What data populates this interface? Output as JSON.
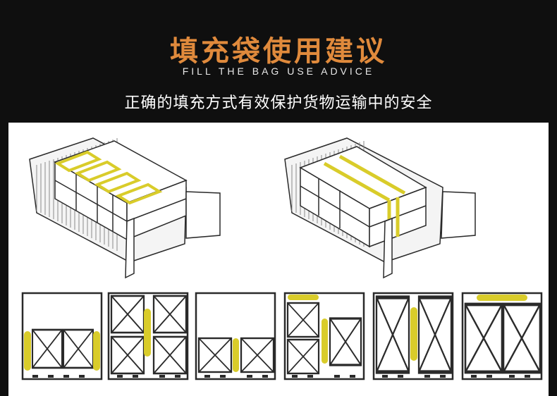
{
  "header": {
    "title": "填充袋使用建议",
    "subtitle_en": "FILL THE BAG USE ADVICE",
    "tagline": "正确的填充方式有效保护货物运输中的安全"
  },
  "colors": {
    "background": "#0f0f0f",
    "title_accent": "#e08a3c",
    "airbag_fill": "#d9cc2a",
    "line": "#2a2a2a"
  },
  "illustrations": {
    "containers": [
      {
        "name": "container-top-airbags",
        "airbag_position": "top"
      },
      {
        "name": "container-gap-airbags",
        "airbag_position": "between-rows"
      }
    ],
    "diagrams": [
      {
        "name": "diagram-1",
        "layout": "single-row",
        "airbags": "sides"
      },
      {
        "name": "diagram-2",
        "layout": "double-stack",
        "airbags": "center-vertical"
      },
      {
        "name": "diagram-3",
        "layout": "single-row-low",
        "airbags": "center"
      },
      {
        "name": "diagram-4",
        "layout": "mixed-stack",
        "airbags": "top-and-center"
      },
      {
        "name": "diagram-5",
        "layout": "tall-pair",
        "airbags": "center-vertical"
      },
      {
        "name": "diagram-6",
        "layout": "tall-pair",
        "airbags": "top-horizontal"
      }
    ]
  }
}
